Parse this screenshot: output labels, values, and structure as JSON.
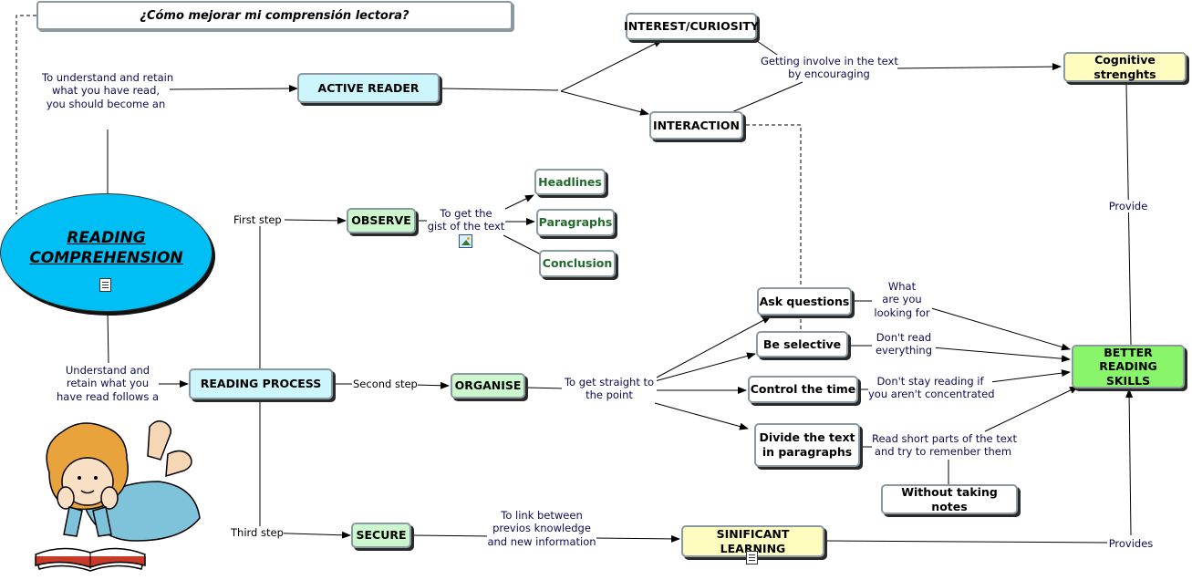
{
  "title": "¿Cómo mejorar mi comprensión lectora?",
  "central": {
    "line1": "READING",
    "line2": "COMPREHENSION"
  },
  "nodes": {
    "active_reader": "ACTIVE READER",
    "interest": "INTEREST/CURIOSITY",
    "interaction": "INTERACTION",
    "cognitive": "Cognitive strenghts",
    "observe": "OBSERVE",
    "headlines": "Headlines",
    "paragraphs": "Paragraphs",
    "conclusion": "Conclusion",
    "reading_process": "READING PROCESS",
    "organise": "ORGANISE",
    "ask_questions": "Ask questions",
    "be_selective": "Be selective",
    "control_time": "Control the time",
    "divide_text_l1": "Divide the text",
    "divide_text_l2": "in paragraphs",
    "better_l1": "BETTER READING",
    "better_l2": "SKILLS",
    "without_notes": "Without taking notes",
    "secure": "SECURE",
    "significant": "SINIFICANT LEARNING"
  },
  "labels": {
    "understand_l1": "To understand and retain",
    "understand_l2": "what you have read,",
    "understand_l3": "you should become an",
    "getting_l1": "Getting involve in the text",
    "getting_l2": "by encouraging",
    "provide": "Provide",
    "first_step": "First step",
    "gist_l1": "To get the",
    "gist_l2": "gist of the text",
    "what_l1": "What",
    "what_l2": "are you",
    "what_l3": "looking for",
    "dont_read_l1": "Don't read",
    "dont_read_l2": "everything",
    "follows_l1": "Understand and",
    "follows_l2": "retain what you",
    "follows_l3": "have read follows a",
    "second_step": "Second step",
    "straight_l1": "To get straight to",
    "straight_l2": "the point",
    "dont_stay_l1": "Don't stay reading if",
    "dont_stay_l2": "you aren't concentrated",
    "short_l1": "Read short parts of the text",
    "short_l2": "and try to remenber them",
    "third_step": "Third step",
    "link_l1": "To link between",
    "link_l2": "previos knowledge",
    "link_l3": "and new information",
    "provides": "Provides"
  }
}
